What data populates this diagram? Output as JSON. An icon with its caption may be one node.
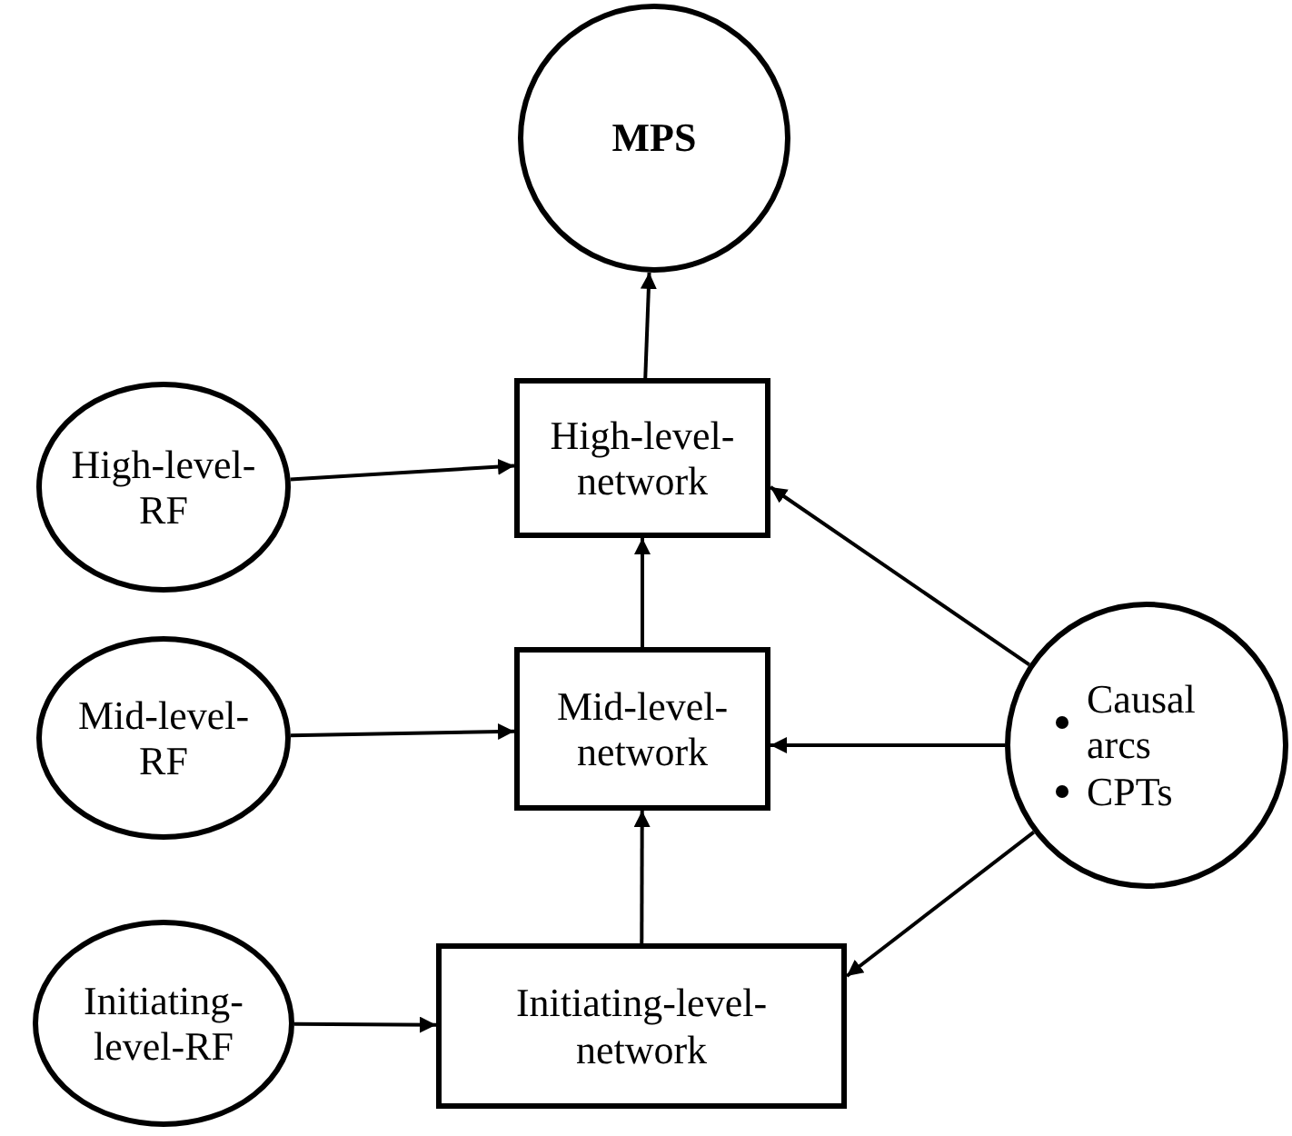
{
  "diagram": {
    "nodes": [
      {
        "text": [
          "MPS"
        ]
      },
      {
        "text": [
          "High-level-RF"
        ]
      },
      {
        "text": [
          "High-level-network"
        ]
      },
      {
        "text": [
          "Mid-level-RF"
        ]
      },
      {
        "text": [
          "Mid-level-network"
        ]
      },
      {
        "text": [
          "Causal arcs",
          "CPTs"
        ]
      },
      {
        "text": [
          "Initiating-level-RF"
        ]
      },
      {
        "text": [
          "Initiating-level-network"
        ]
      }
    ],
    "edges": [
      {
        "from": 2,
        "to": 0,
        "arrow": "to"
      },
      {
        "from": 1,
        "to": 2,
        "arrow": "to"
      },
      {
        "from": 5,
        "to": 2,
        "arrow": "to"
      },
      {
        "from": 4,
        "to": 2,
        "arrow": "to"
      },
      {
        "from": 3,
        "to": 4,
        "arrow": "to"
      },
      {
        "from": 5,
        "to": 4,
        "arrow": "to"
      },
      {
        "from": 7,
        "to": 4,
        "arrow": "to"
      },
      {
        "from": 6,
        "to": 7,
        "arrow": "to"
      },
      {
        "from": 5,
        "to": 7,
        "arrow": "to"
      }
    ]
  }
}
